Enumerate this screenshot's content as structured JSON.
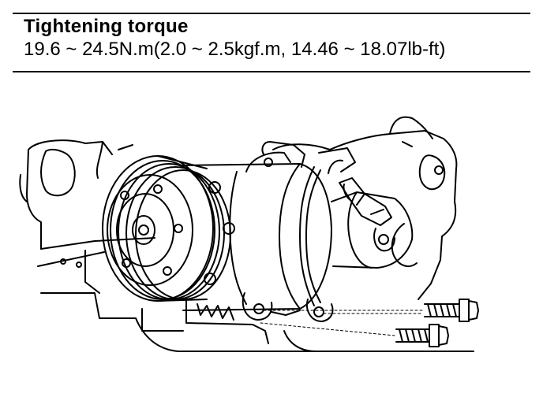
{
  "spec_box": {
    "title": "Tightening torque",
    "value": "19.6 ~ 24.5N.m(2.0 ~ 2.5kgf.m, 14.46 ~ 18.07lb-ft)"
  },
  "illustration": {
    "parts": [
      "ac-compressor",
      "pulley",
      "mounting-bracket",
      "engine-block",
      "mounting-bolt",
      "mounting-bolt"
    ]
  }
}
